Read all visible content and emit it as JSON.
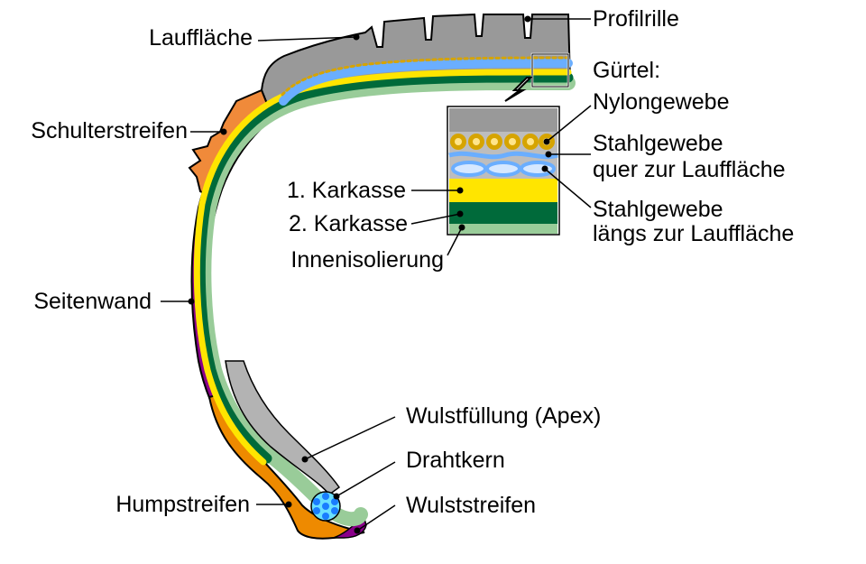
{
  "colors": {
    "tread": "#999999",
    "tread_light": "#bdbdbd",
    "shoulder": "#f08a3a",
    "sidewall": "#8a008a",
    "hump": "#ee8a00",
    "carcass1": "#ffe500",
    "carcass2": "#006a3a",
    "inner_liner": "#99cc99",
    "steel_cross": "#6aaeff",
    "steel_cross_light": "#d6e8ff",
    "nylon": "#d6a400",
    "nylon_light": "#ffe58a",
    "apex": "#b3b3b3",
    "bead_core": "#1a7dff",
    "bead_core_light": "#6ae0ff",
    "outline": "#000000"
  },
  "labels": {
    "lauffläche": "Lauffläche",
    "profilrille": "Profilrille",
    "gürtel": "Gürtel:",
    "nylongewebe": "Nylongewebe",
    "stahl_quer_1": "Stahlgewebe",
    "stahl_quer_2": "quer zur Lauffläche",
    "stahl_laengs_1": "Stahlgewebe",
    "stahl_laengs_2": "längs zur Lauffläche",
    "schulterstreifen": "Schulterstreifen",
    "karkasse1": "1. Karkasse",
    "karkasse2": "2. Karkasse",
    "innenisolierung": "Innenisolierung",
    "seitenwand": "Seitenwand",
    "wulstfuellung": "Wulstfüllung (Apex)",
    "drahtkern": "Drahtkern",
    "humpstreifen": "Humpstreifen",
    "wulststreifen": "Wulststreifen"
  }
}
